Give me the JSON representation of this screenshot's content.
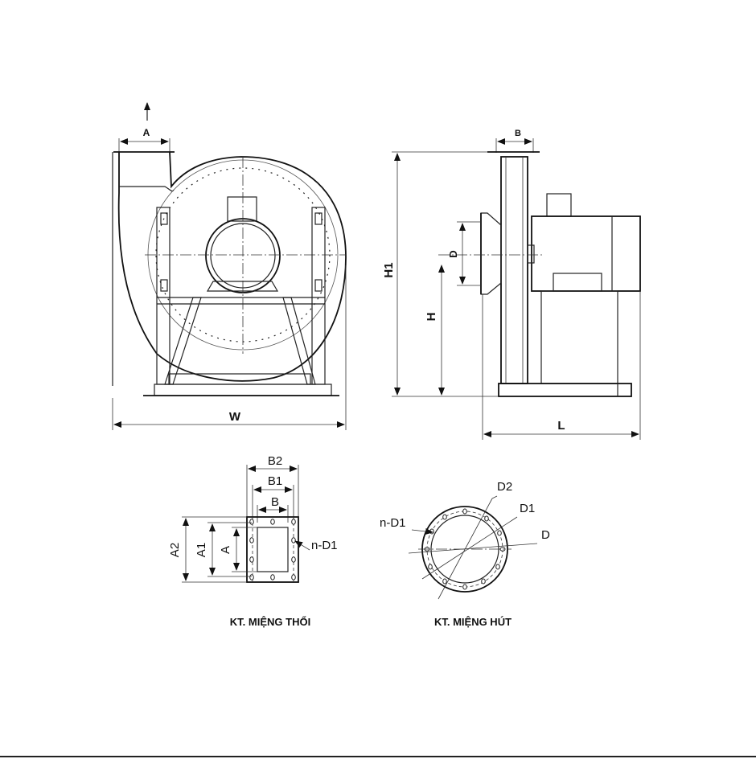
{
  "front_view": {
    "dim_outlet_width": "A",
    "dim_overall_width": "W"
  },
  "side_view": {
    "dim_outlet_depth": "B",
    "dim_total_height": "H1",
    "dim_shaft_height": "H",
    "dim_inlet_diameter": "D",
    "dim_overall_length": "L"
  },
  "outlet_flange": {
    "caption": "KT. MIỆNG THỔI",
    "dim_b2": "B2",
    "dim_b1": "B1",
    "dim_b": "B",
    "dim_a2": "A2",
    "dim_a1": "A1",
    "dim_a": "A",
    "dim_holes": "n-D1"
  },
  "inlet_flange": {
    "caption": "KT. MIỆNG HÚT",
    "dim_d2": "D2",
    "dim_d1": "D1",
    "dim_d": "D",
    "dim_holes": "n-D1"
  }
}
